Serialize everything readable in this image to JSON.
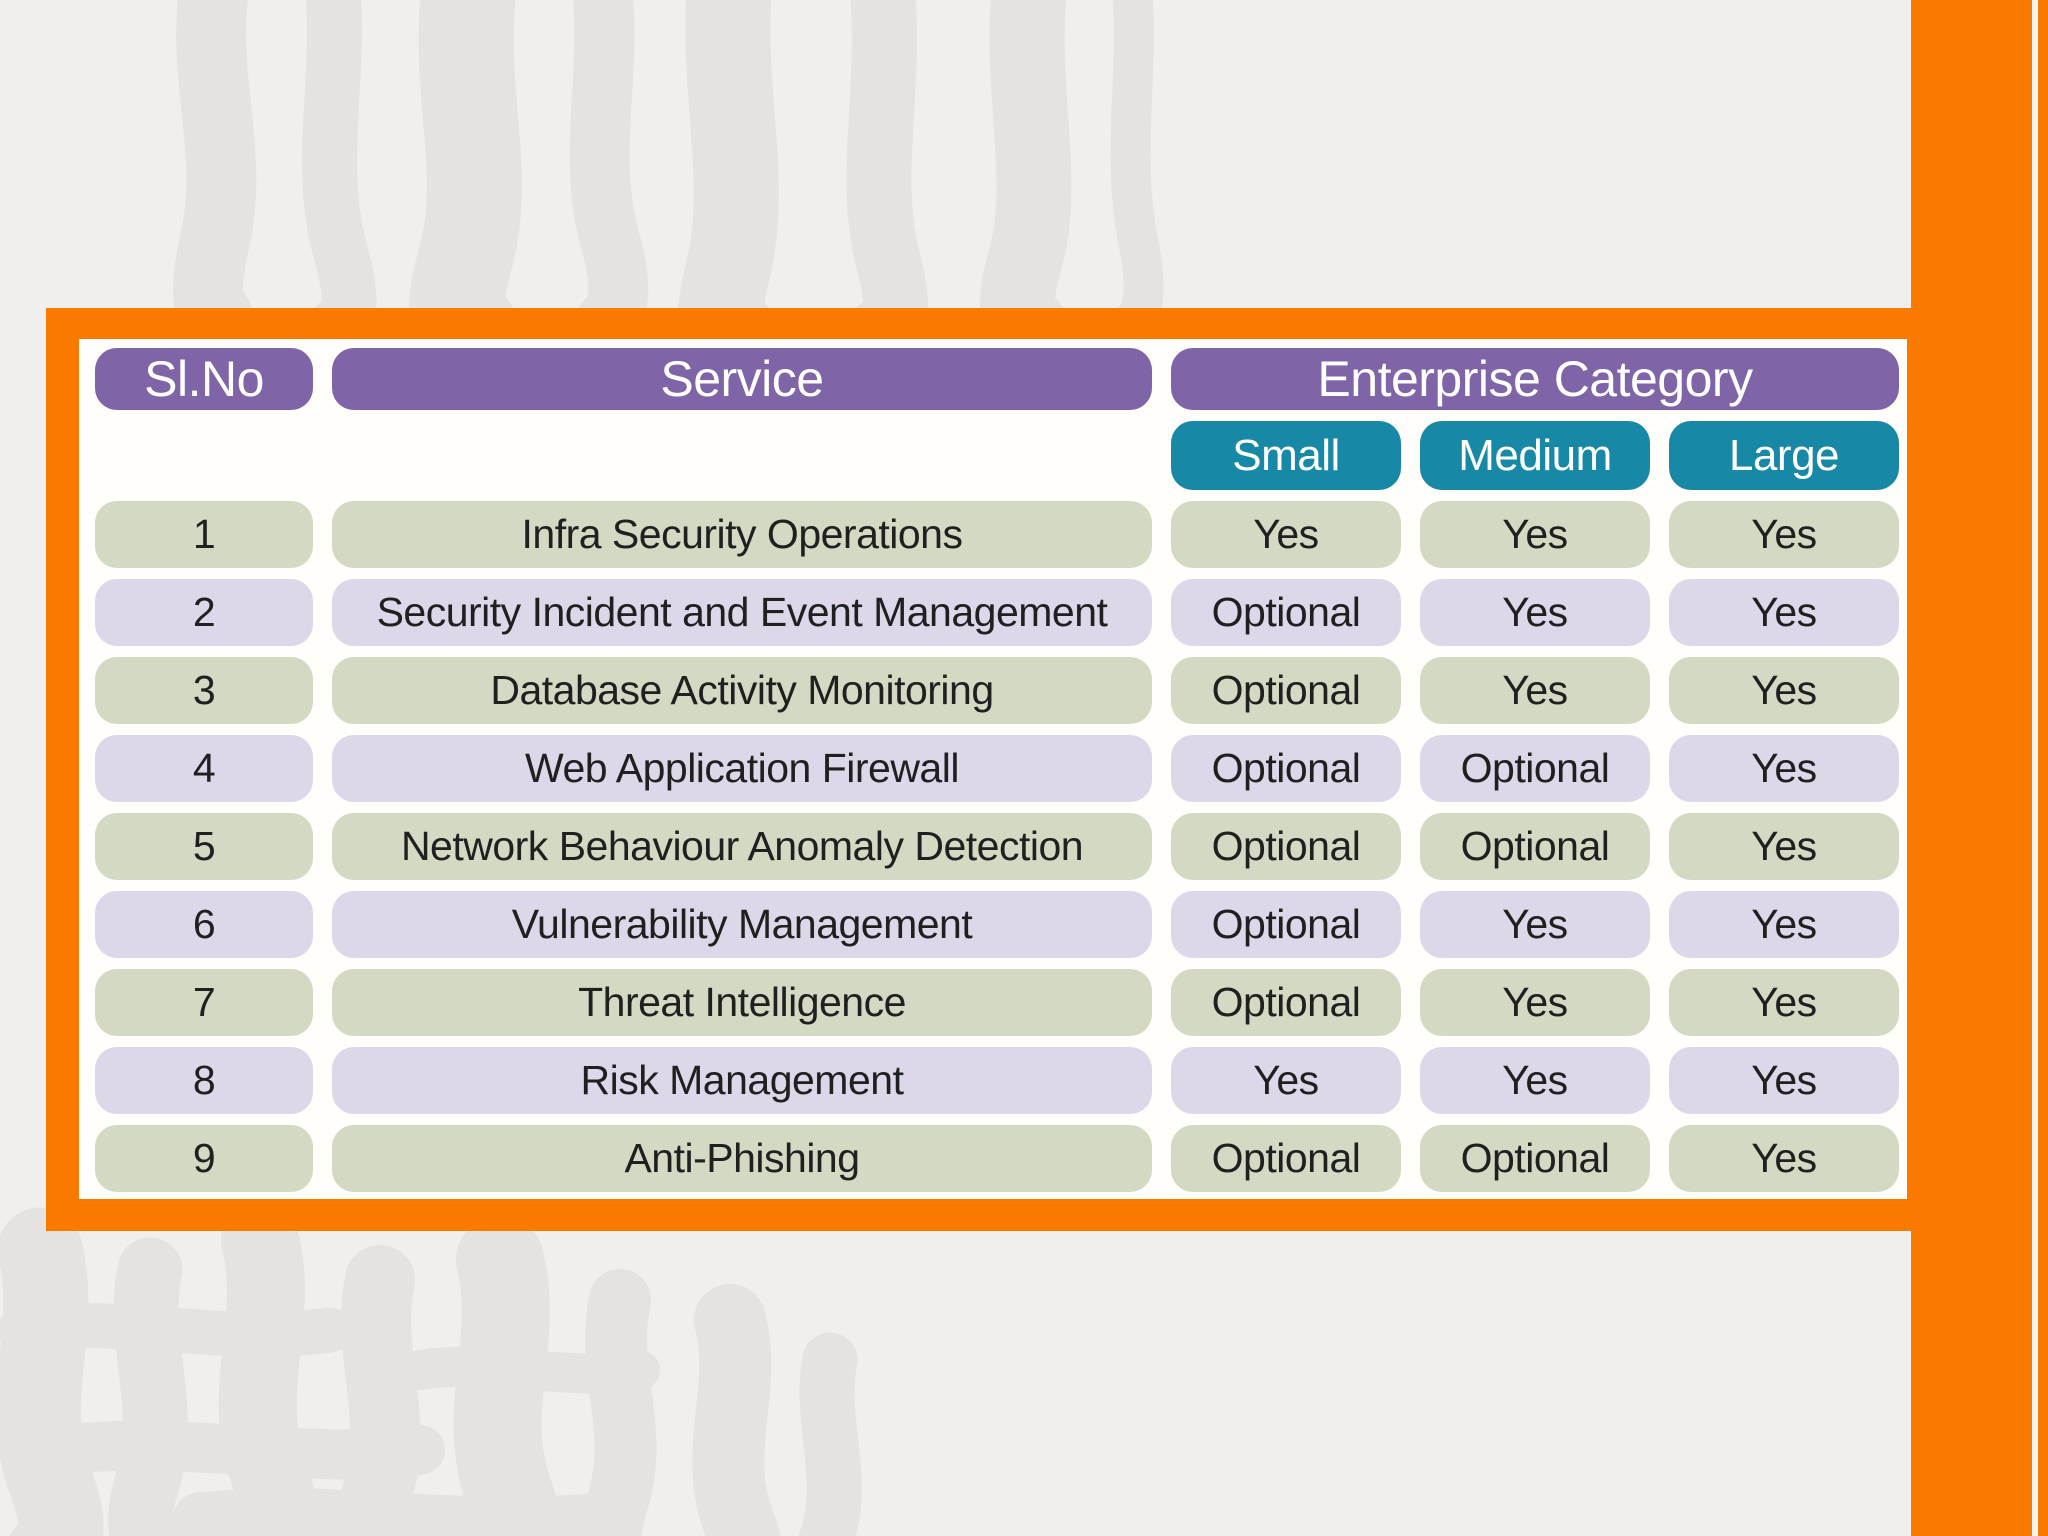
{
  "colors": {
    "page_background": "#f0efee",
    "watermark_gray": "#e4e3e1",
    "accent_orange": "#fa7a00",
    "header_purple": "#7f64a7",
    "subheader_teal": "#1789a7",
    "row_green": "#d4d9c3",
    "row_lavender": "#ded7e9",
    "panel_white": "#fffefb",
    "header_text": "#ffffff",
    "text_dark": "#202020"
  },
  "table": {
    "header": {
      "sl_no": "Sl.No",
      "service": "Service",
      "enterprise_category": "Enterprise Category"
    },
    "subheader": [
      "Small",
      "Medium",
      "Large"
    ],
    "rows": [
      {
        "sl_no": "1",
        "service": "Infra Security Operations",
        "values": [
          "Yes",
          "Yes",
          "Yes"
        ]
      },
      {
        "sl_no": "2",
        "service": "Security Incident and Event Management",
        "values": [
          "Optional",
          "Yes",
          "Yes"
        ]
      },
      {
        "sl_no": "3",
        "service": "Database Activity Monitoring",
        "values": [
          "Optional",
          "Yes",
          "Yes"
        ]
      },
      {
        "sl_no": "4",
        "service": "Web Application Firewall",
        "values": [
          "Optional",
          "Optional",
          "Yes"
        ]
      },
      {
        "sl_no": "5",
        "service": "Network Behaviour Anomaly Detection",
        "values": [
          "Optional",
          "Optional",
          "Yes"
        ]
      },
      {
        "sl_no": "6",
        "service": "Vulnerability Management",
        "values": [
          "Optional",
          "Yes",
          "Yes"
        ]
      },
      {
        "sl_no": "7",
        "service": "Threat Intelligence",
        "values": [
          "Optional",
          "Yes",
          "Yes"
        ]
      },
      {
        "sl_no": "8",
        "service": "Risk Management",
        "values": [
          "Yes",
          "Yes",
          "Yes"
        ]
      },
      {
        "sl_no": "9",
        "service": "Anti-Phishing",
        "values": [
          "Optional",
          "Optional",
          "Yes"
        ]
      }
    ]
  }
}
